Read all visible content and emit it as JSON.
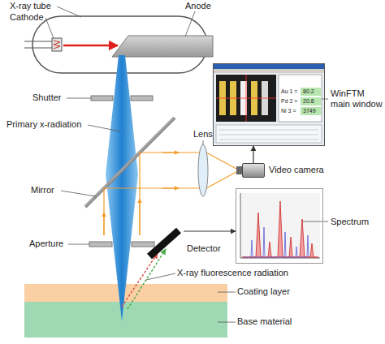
{
  "diagram": {
    "nodes": [
      {
        "text": [
          "WinFTM main window"
        ]
      },
      {
        "text": [
          "Video camera"
        ]
      },
      {
        "text": [
          "Spectrum"
        ]
      },
      {
        "text": [
          "Detector"
        ]
      }
    ],
    "edges": [
      {
        "from": 1,
        "to": 0,
        "arrow": "to"
      },
      {
        "from": 3,
        "to": 2,
        "arrow": "to"
      }
    ],
    "labels": [
      "X-ray tube",
      "Cathode",
      "Anode",
      "Shutter",
      "Primary x-radiation",
      "Mirror",
      "Lens",
      "Aperture",
      "X-ray fluorescence radiation",
      "Coating layer",
      "Base material",
      "Au 1 =",
      "80.2",
      "Pd 2 =",
      "20.8",
      "Ni 3 =",
      "3749"
    ]
  }
}
